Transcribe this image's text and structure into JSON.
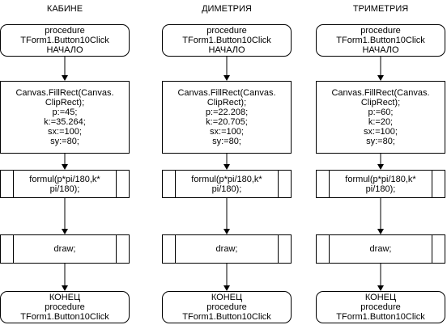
{
  "columns": [
    {
      "title": "КАБИНЕ",
      "start": [
        "procedure",
        "TForm1.Button10Click",
        "НАЧАЛО"
      ],
      "process": [
        "Canvas.FillRect(Canvas.",
        "ClipRect);",
        "p:=45;",
        "k:=35.264;",
        "sx:=100;",
        "sy:=80;"
      ],
      "call1": [
        "formul(p*pi/180,k*",
        "pi/180);"
      ],
      "call2": [
        "draw;"
      ],
      "end": [
        "КОНЕЦ",
        "procedure",
        "TForm1.Button10Click"
      ]
    },
    {
      "title": "ДИМЕТРИЯ",
      "start": [
        "procedure",
        "TForm1.Button10Click",
        "НАЧАЛО"
      ],
      "process": [
        "Canvas.FillRect(Canvas.",
        "ClipRect);",
        "p:=22.208;",
        "k:=20.705;",
        "sx:=100;",
        "sy:=80;"
      ],
      "call1": [
        "formul(p*pi/180,k*",
        "pi/180);"
      ],
      "call2": [
        "draw;"
      ],
      "end": [
        "КОНЕЦ",
        "procedure",
        "TForm1.Button10Click"
      ]
    },
    {
      "title": "ТРИМЕТРИЯ",
      "start": [
        "procedure",
        "TForm1.Button10Click",
        "НАЧАЛО"
      ],
      "process": [
        "Canvas.FillRect(Canvas.",
        "ClipRect);",
        "p:=60;",
        "k:=20;",
        "sx:=100;",
        "sy:=80;"
      ],
      "call1": [
        "formul(p*pi/180,k*",
        "pi/180);"
      ],
      "call2": [
        "draw;"
      ],
      "end": [
        "КОНЕЦ",
        "procedure",
        "TForm1.Button10Click"
      ]
    }
  ]
}
